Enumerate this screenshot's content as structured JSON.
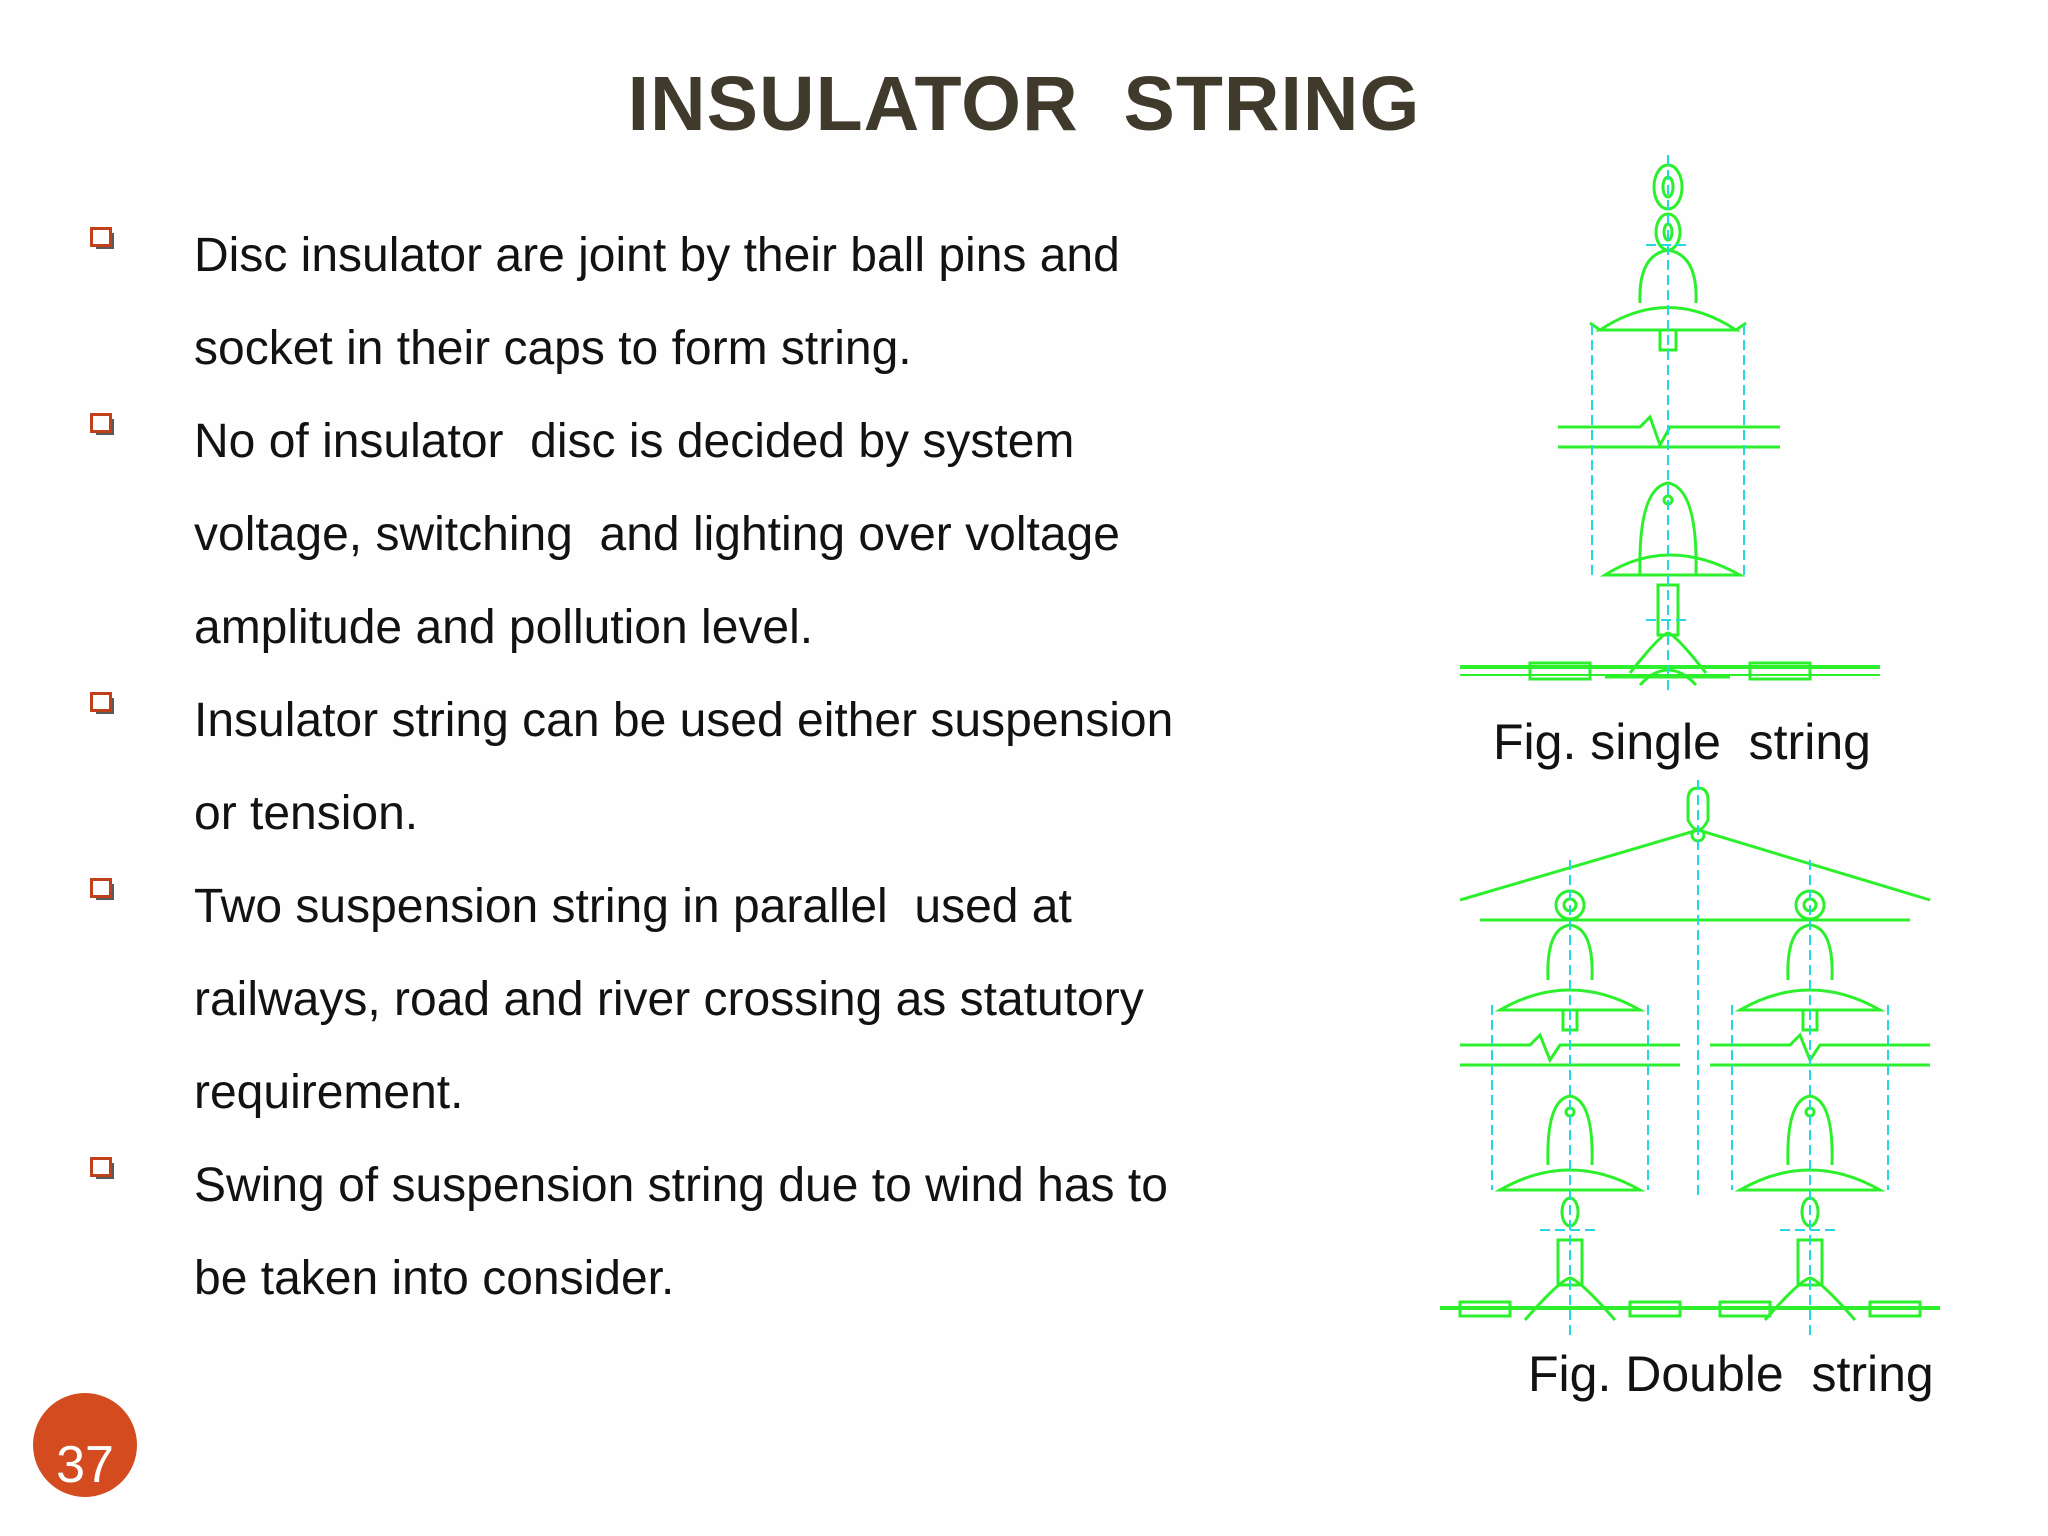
{
  "slide": {
    "title": "INSULATOR  STRING",
    "page_number": "37",
    "badge_color": "#d34b1f",
    "bullet_icon": "checkbox-square-icon",
    "bullets": [
      {
        "lines": [
          "Disc insulator are joint by their ball pins and",
          "socket in their caps to form string."
        ]
      },
      {
        "lines": [
          "No of insulator  disc is decided by system",
          "voltage, switching  and lighting over voltage",
          "amplitude and pollution level."
        ]
      },
      {
        "lines": [
          "Insulator string can be used either suspension",
          "or tension."
        ]
      },
      {
        "lines": [
          "Two suspension string in parallel  used at",
          "railways, road and river crossing as statutory",
          "requirement."
        ]
      },
      {
        "lines": [
          "Swing of suspension string due to wind has to",
          "be taken into consider."
        ]
      }
    ],
    "figures": [
      {
        "caption": "Fig. single  string"
      },
      {
        "caption": "Fig. Double  string"
      }
    ],
    "colors": {
      "title": "#3f3a2c",
      "text": "#121212",
      "drawing": "#2cf02c",
      "centerline": "#23d8e0",
      "bullet_icon": "#c0401a"
    }
  }
}
